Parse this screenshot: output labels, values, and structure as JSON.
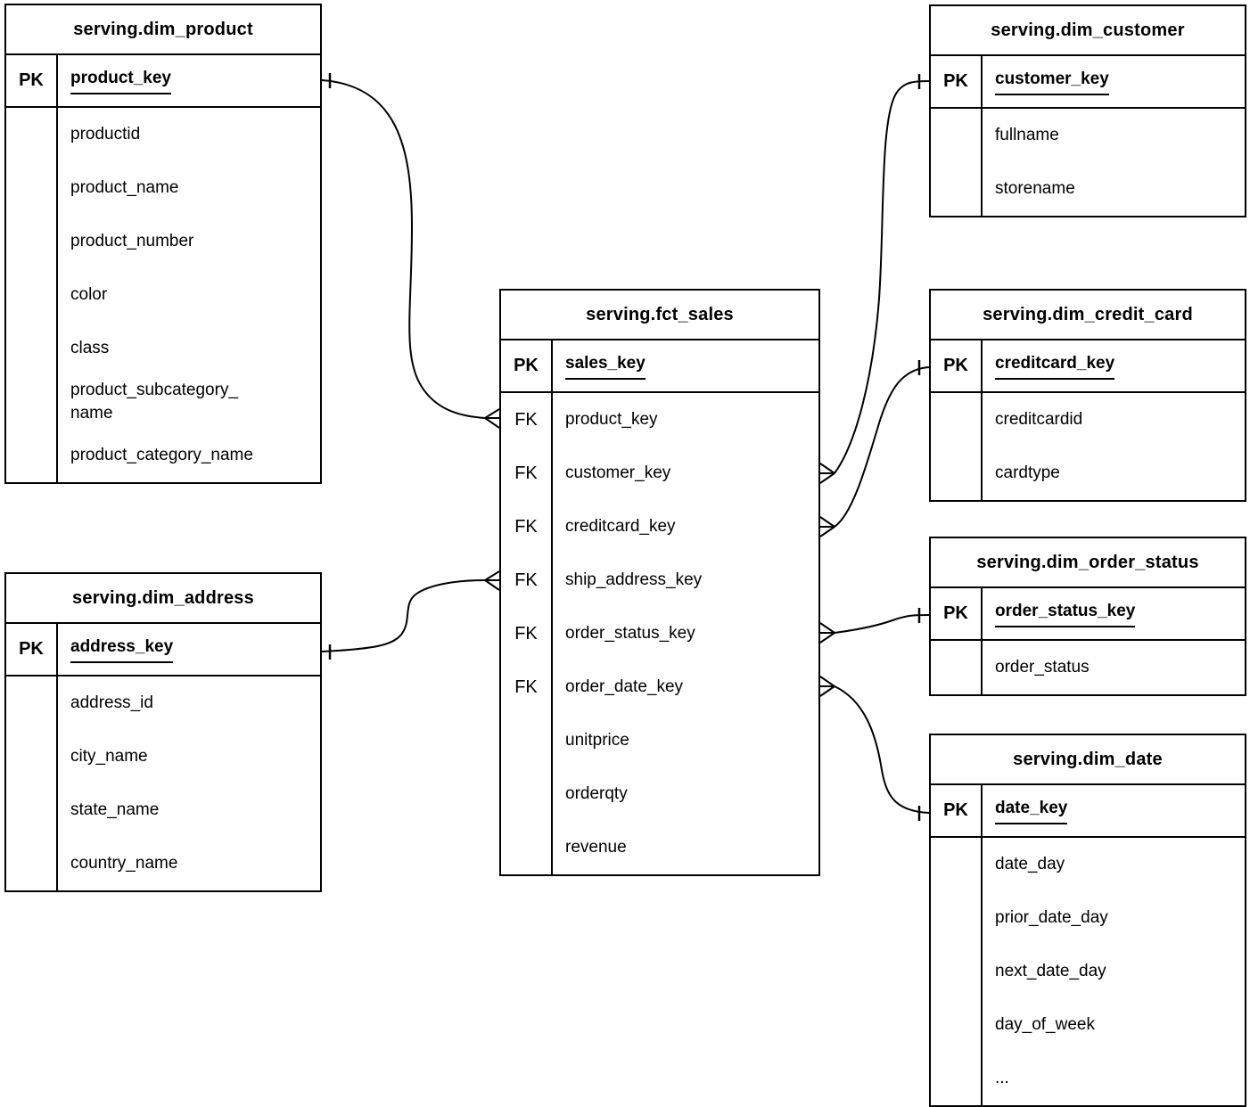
{
  "diagram": {
    "tables": [
      {
        "id": "dim-product",
        "title": "serving.dim_product",
        "primary_key": {
          "label": "PK",
          "field": "product_key"
        },
        "fields": [
          {
            "label": "",
            "name": "productid"
          },
          {
            "label": "",
            "name": "product_name"
          },
          {
            "label": "",
            "name": "product_number"
          },
          {
            "label": "",
            "name": "color"
          },
          {
            "label": "",
            "name": "class"
          },
          {
            "label": "",
            "name": "product_subcategory_\nname"
          },
          {
            "label": "",
            "name": "product_category_name"
          }
        ]
      },
      {
        "id": "dim-customer",
        "title": "serving.dim_customer",
        "primary_key": {
          "label": "PK",
          "field": "customer_key"
        },
        "fields": [
          {
            "label": "",
            "name": "fullname"
          },
          {
            "label": "",
            "name": "storename"
          }
        ]
      },
      {
        "id": "fct-sales",
        "title": "serving.fct_sales",
        "primary_key": {
          "label": "PK",
          "field": "sales_key"
        },
        "fields": [
          {
            "label": "FK",
            "name": "product_key"
          },
          {
            "label": "FK",
            "name": "customer_key"
          },
          {
            "label": "FK",
            "name": "creditcard_key"
          },
          {
            "label": "FK",
            "name": "ship_address_key"
          },
          {
            "label": "FK",
            "name": "order_status_key"
          },
          {
            "label": "FK",
            "name": "order_date_key"
          },
          {
            "label": "",
            "name": "unitprice"
          },
          {
            "label": "",
            "name": "orderqty"
          },
          {
            "label": "",
            "name": "revenue"
          }
        ]
      },
      {
        "id": "dim-credit-card",
        "title": "serving.dim_credit_card",
        "primary_key": {
          "label": "PK",
          "field": "creditcard_key"
        },
        "fields": [
          {
            "label": "",
            "name": "creditcardid"
          },
          {
            "label": "",
            "name": "cardtype"
          }
        ]
      },
      {
        "id": "dim-order-status",
        "title": "serving.dim_order_status",
        "primary_key": {
          "label": "PK",
          "field": "order_status_key"
        },
        "fields": [
          {
            "label": "",
            "name": "order_status"
          }
        ]
      },
      {
        "id": "dim-address",
        "title": "serving.dim_address",
        "primary_key": {
          "label": "PK",
          "field": "address_key"
        },
        "fields": [
          {
            "label": "",
            "name": "address_id"
          },
          {
            "label": "",
            "name": "city_name"
          },
          {
            "label": "",
            "name": "state_name"
          },
          {
            "label": "",
            "name": "country_name"
          }
        ]
      },
      {
        "id": "dim-date",
        "title": "serving.dim_date",
        "primary_key": {
          "label": "PK",
          "field": "date_key"
        },
        "fields": [
          {
            "label": "",
            "name": "date_day"
          },
          {
            "label": "",
            "name": "prior_date_day"
          },
          {
            "label": "",
            "name": "next_date_day"
          },
          {
            "label": "",
            "name": "day_of_week"
          },
          {
            "label": "",
            "name": "..."
          }
        ]
      }
    ],
    "relationships": [
      {
        "id": "product",
        "from_table": "serving.fct_sales",
        "from_field": "product_key",
        "from_cardinality": "many",
        "to_table": "serving.dim_product",
        "to_field": "product_key",
        "to_cardinality": "one"
      },
      {
        "id": "address",
        "from_table": "serving.fct_sales",
        "from_field": "ship_address_key",
        "from_cardinality": "many",
        "to_table": "serving.dim_address",
        "to_field": "address_key",
        "to_cardinality": "one"
      },
      {
        "id": "customer",
        "from_table": "serving.fct_sales",
        "from_field": "customer_key",
        "from_cardinality": "many",
        "to_table": "serving.dim_customer",
        "to_field": "customer_key",
        "to_cardinality": "one"
      },
      {
        "id": "credit-card",
        "from_table": "serving.fct_sales",
        "from_field": "creditcard_key",
        "from_cardinality": "many",
        "to_table": "serving.dim_credit_card",
        "to_field": "creditcard_key",
        "to_cardinality": "one"
      },
      {
        "id": "order-status",
        "from_table": "serving.fct_sales",
        "from_field": "order_status_key",
        "from_cardinality": "many",
        "to_table": "serving.dim_order_status",
        "to_field": "order_status_key",
        "to_cardinality": "one"
      },
      {
        "id": "order-date",
        "from_table": "serving.fct_sales",
        "from_field": "order_date_key",
        "from_cardinality": "many",
        "to_table": "serving.dim_date",
        "to_field": "date_key",
        "to_cardinality": "one"
      }
    ],
    "colors": {
      "line": "#000000",
      "background": "#ffffff",
      "text": "#000000"
    }
  }
}
